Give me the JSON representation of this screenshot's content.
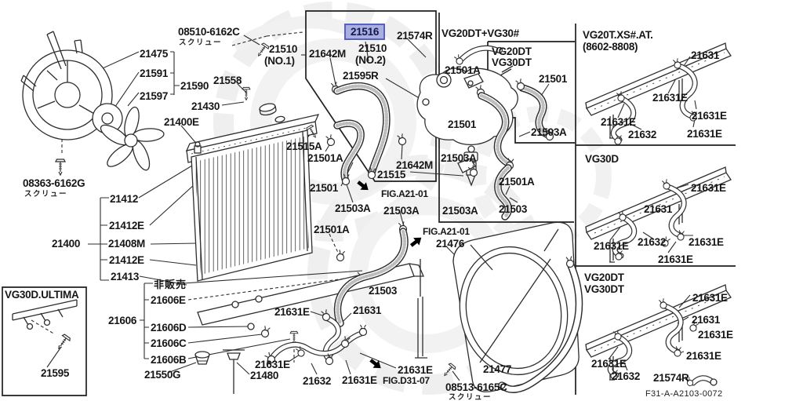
{
  "figure_code": "F31-A-A2103-0072",
  "highlighted_part": "21516",
  "colors": {
    "highlight_fill": "#a9afe0",
    "highlight_border": "#5860c2",
    "ink": "#2d2d2d",
    "background": "#ffffff",
    "watermark": "#eeeeee"
  },
  "regions": {
    "fan_assembly": {
      "labels": [
        "08510-6162C",
        "スクリュー",
        "21475",
        "21591",
        "21597",
        "08363-6162G",
        "スクリュー"
      ]
    },
    "radiator": {
      "labels": [
        "21590",
        "21558",
        "21430",
        "21400E",
        "21412",
        "21412E",
        "21400",
        "21408M",
        "21412E",
        "21413"
      ]
    },
    "lower_tank": {
      "labels": [
        "非販売",
        "21606E",
        "21606",
        "21606D",
        "21606C",
        "21606B",
        "21550G",
        "21480"
      ]
    },
    "ultima_inset": {
      "title": "VG30D.ULTIMA",
      "labels": [
        "21595"
      ]
    },
    "reservoir": {
      "labels": [
        "21510",
        "(NO.1)",
        "21642M",
        "21516",
        "21510",
        "(NO.2)",
        "21574R",
        "21595R",
        "21642M",
        "21515"
      ]
    },
    "center_hoses": {
      "labels": [
        "21515A",
        "21501A",
        "21501",
        "21503A",
        "FIG.A21-01",
        "21503A",
        "21501A",
        "FIG.A21-01",
        "21476",
        "21503",
        "21477",
        "08513-6165C",
        "スクリュー"
      ]
    },
    "heater_hoses": {
      "labels": [
        "21631E",
        "21631",
        "21632",
        "21631E",
        "FIG.D31-07",
        "21631E",
        "21631E"
      ]
    },
    "vg20dt_vg30": {
      "title": "VG20DT+VG30#",
      "box_labels": [
        "VG20DT",
        "VG30DT"
      ],
      "labels": [
        "21501A",
        "21501",
        "21501",
        "21503A",
        "21503A",
        "21501A",
        "21503A",
        "21503"
      ]
    },
    "vg20t_xs_at": {
      "title": "VG20T.XS#.AT.",
      "subtitle": "(8602-8808)",
      "labels": [
        "21631",
        "21631E",
        "21631E",
        "21631E",
        "21632",
        "21631E"
      ]
    },
    "vg30d": {
      "title": "VG30D",
      "labels": [
        "21631E",
        "21631",
        "21631E",
        "21632",
        "21631E",
        "21631E"
      ]
    },
    "vg20dt_vg30dt": {
      "titles": [
        "VG20DT",
        "VG30DT"
      ],
      "labels": [
        "21631E",
        "21631",
        "21631E",
        "21631E",
        "21631E",
        "21632",
        "21574R"
      ]
    }
  }
}
